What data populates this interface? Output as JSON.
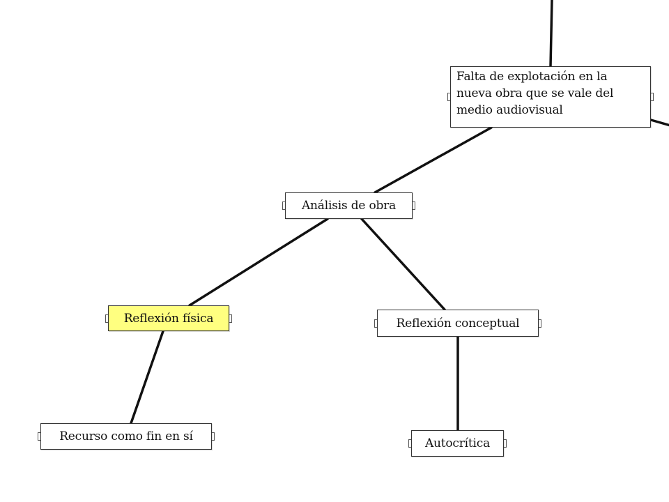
{
  "map": {
    "nodes": {
      "falta": {
        "text": "Falta de explotación en la nueva obra que se vale del medio audiovisual"
      },
      "analisis": {
        "text": "Análisis de obra"
      },
      "reflexion_fisica": {
        "text": "Reflexión física",
        "selected": true,
        "highlight_color": "#ffff80"
      },
      "reflexion_conceptual": {
        "text": "Reflexión conceptual"
      },
      "recurso": {
        "text": "Recurso como fin en sí"
      },
      "autocritica": {
        "text": "Autocrítica"
      }
    },
    "edges": [
      [
        "parent-offscreen",
        "falta"
      ],
      [
        "falta",
        "offscreen-right"
      ],
      [
        "falta",
        "analisis"
      ],
      [
        "analisis",
        "reflexion_fisica"
      ],
      [
        "analisis",
        "reflexion_conceptual"
      ],
      [
        "reflexion_fisica",
        "recurso"
      ],
      [
        "reflexion_conceptual",
        "autocritica"
      ]
    ],
    "line_color": "#111111",
    "node_border_color": "#333333"
  }
}
